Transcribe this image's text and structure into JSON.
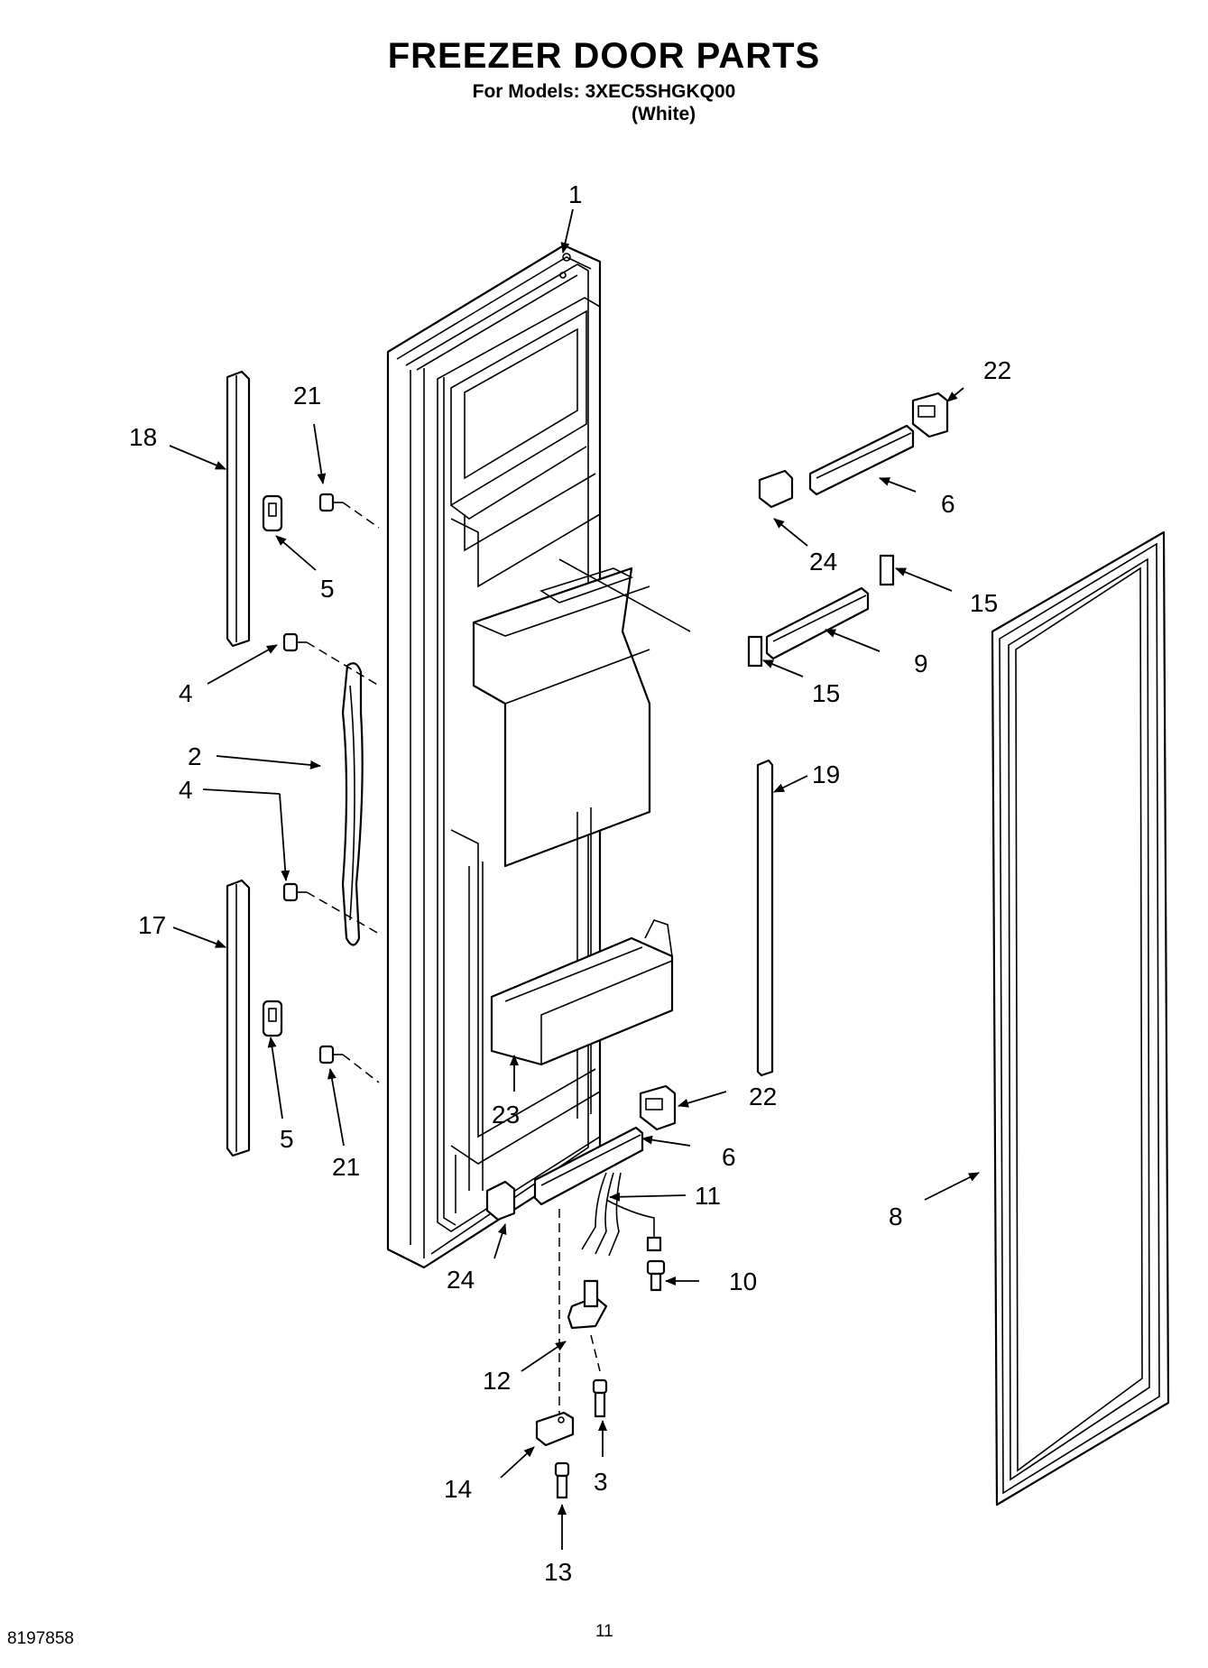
{
  "header": {
    "title": "FREEZER DOOR PARTS",
    "subtitle": "For Models: 3XEC5SHGKQ00",
    "variant": "(White)"
  },
  "footer": {
    "doc_number": "8197858",
    "page_number": "11"
  },
  "callouts": {
    "c1": "1",
    "c2": "2",
    "c3": "3",
    "c4a": "4",
    "c4b": "4",
    "c5a": "5",
    "c5b": "5",
    "c6a": "6",
    "c6b": "6",
    "c8": "8",
    "c9": "9",
    "c10": "10",
    "c11": "11",
    "c12": "12",
    "c13": "13",
    "c14": "14",
    "c15a": "15",
    "c15b": "15",
    "c17": "17",
    "c18": "18",
    "c19": "19",
    "c21a": "21",
    "c21b": "21",
    "c22a": "22",
    "c22b": "22",
    "c23": "23",
    "c24a": "24",
    "c24b": "24"
  }
}
